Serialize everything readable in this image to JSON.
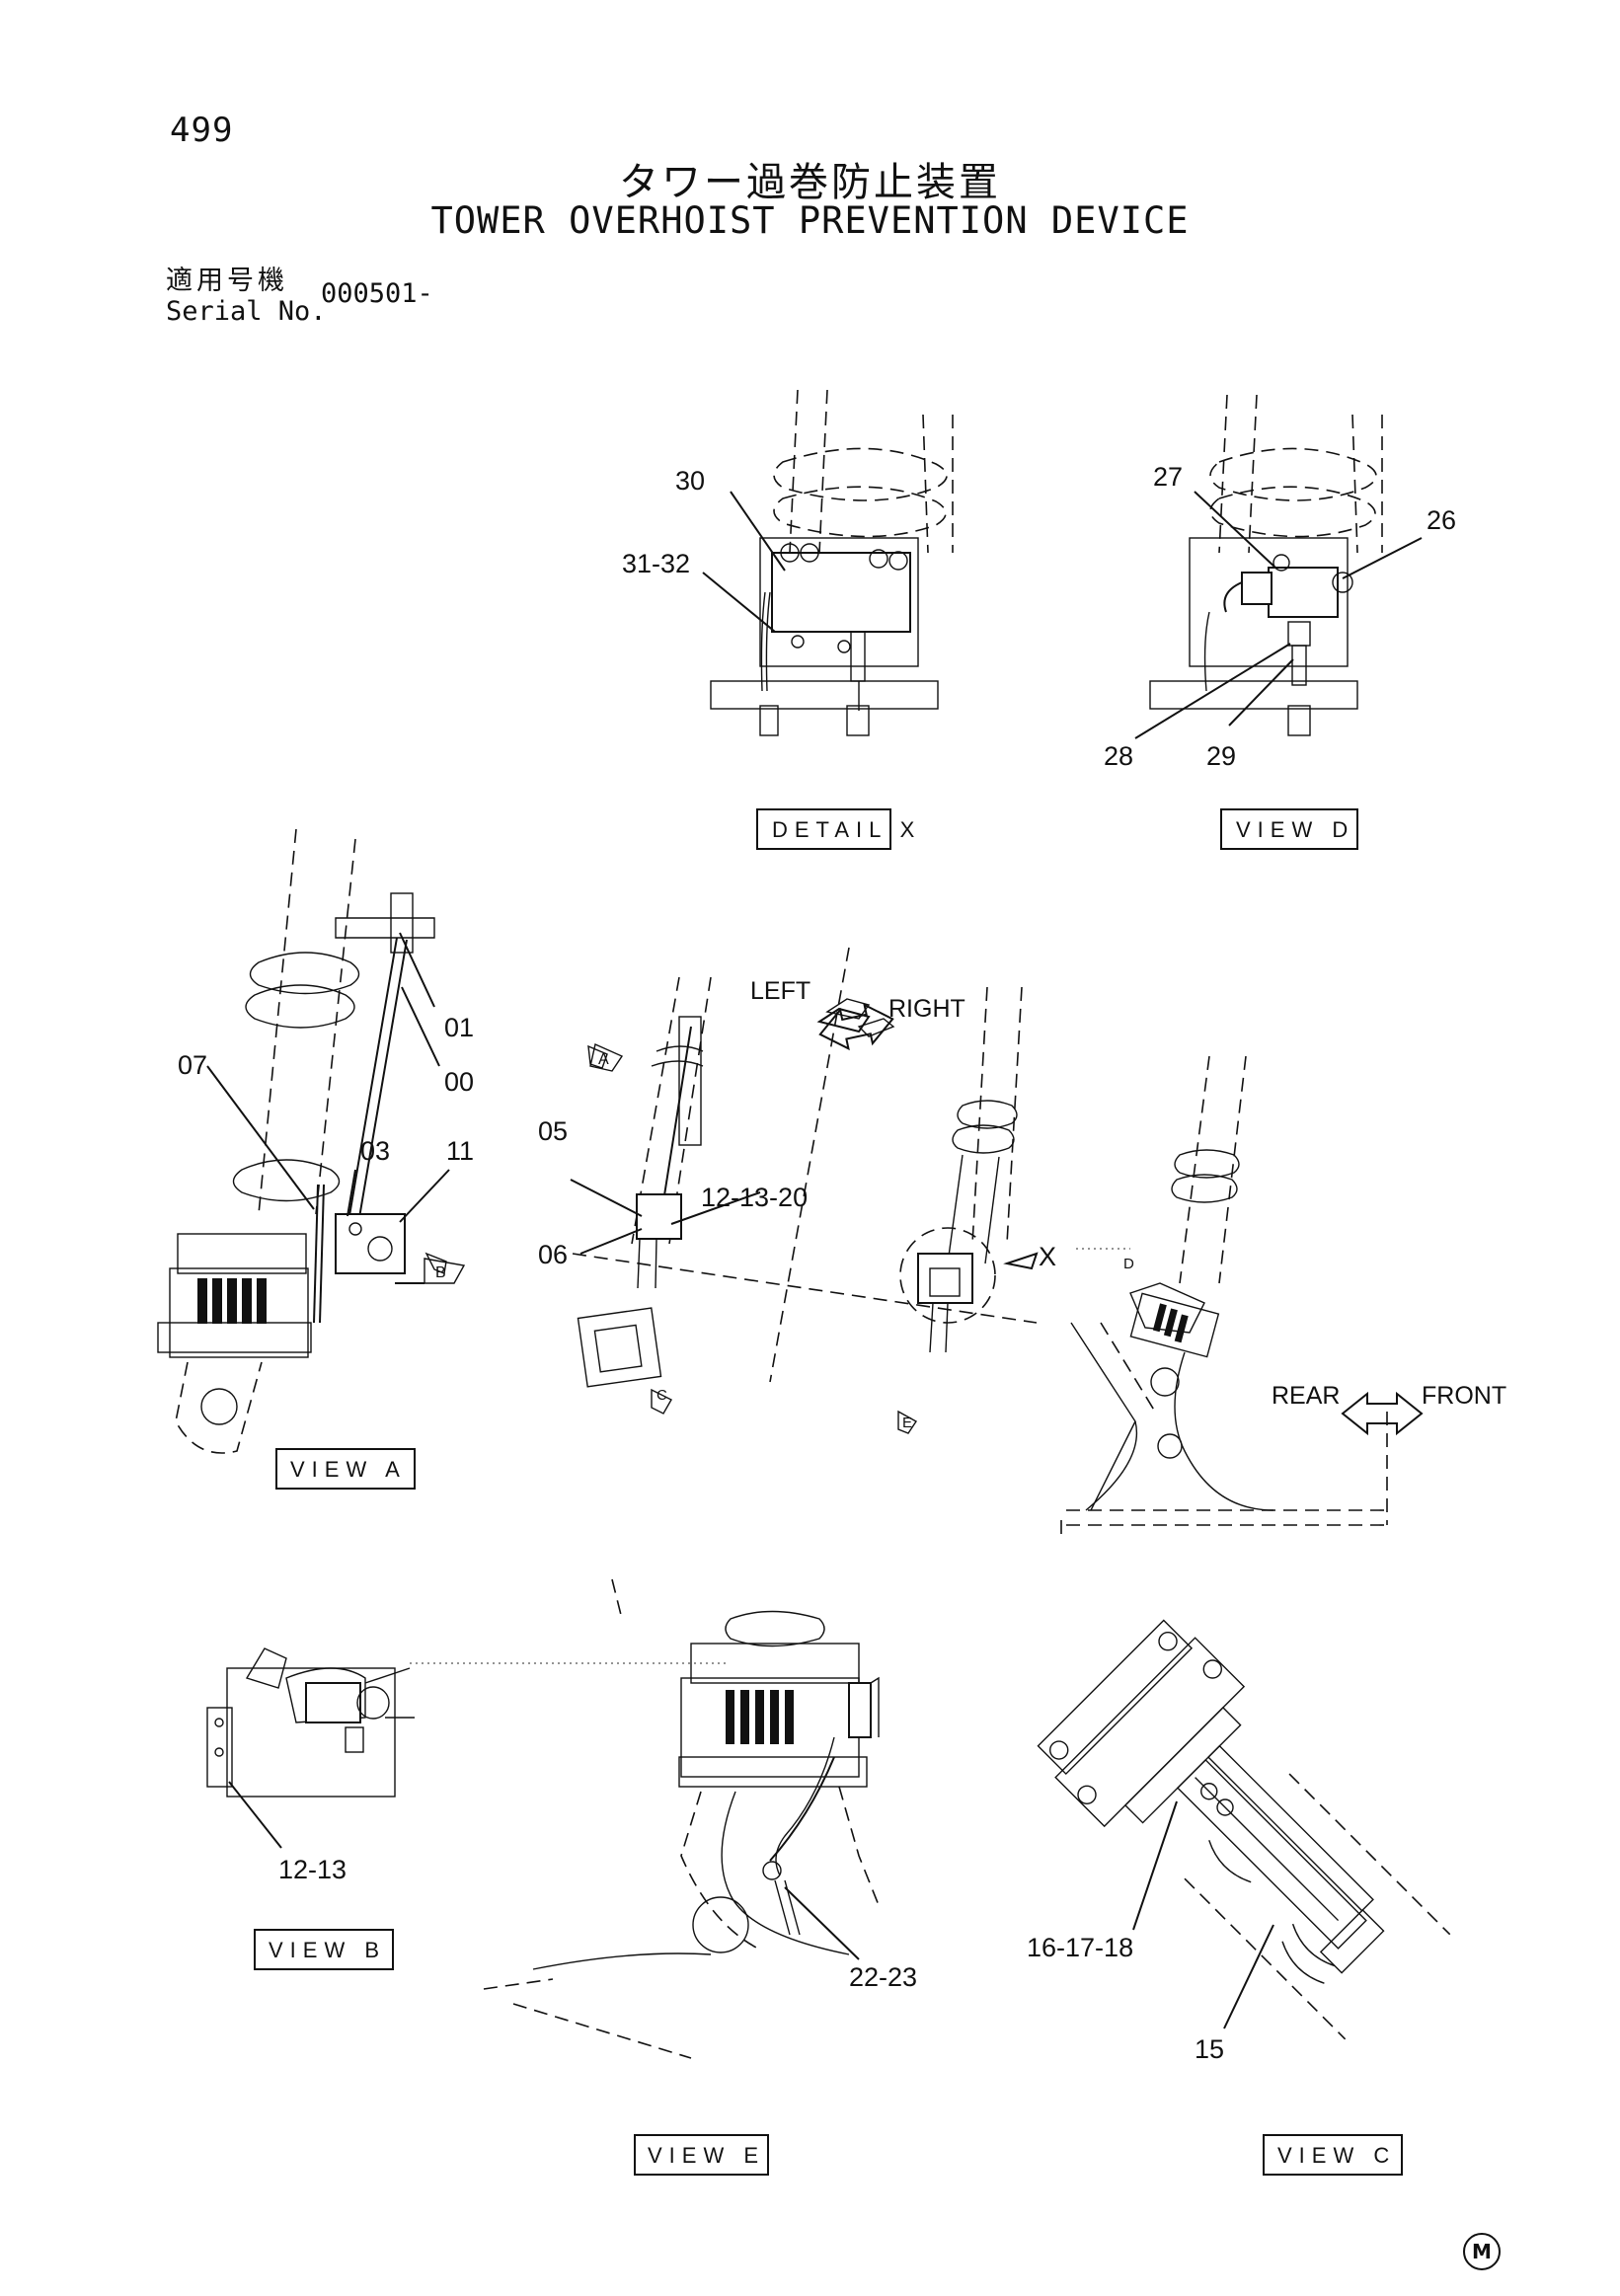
{
  "page_number": "499",
  "title_jp": "タワー過巻防止装置",
  "title_en": "TOWER OVERHOIST PREVENTION DEVICE",
  "serial": {
    "label_jp": "適用号機",
    "label_en": "Serial No.",
    "value": "000501-"
  },
  "views": {
    "detail_x": "DETAIL X",
    "view_d": "VIEW D",
    "view_a": "VIEW A",
    "view_b": "VIEW B",
    "view_e": "VIEW E",
    "view_c": "VIEW C"
  },
  "directions": {
    "left": "LEFT",
    "right": "RIGHT",
    "rear": "REAR",
    "front": "FRONT"
  },
  "view_markers": {
    "a": "A",
    "b": "B",
    "c": "C",
    "d": "D",
    "e": "E",
    "x": "X"
  },
  "part_labels": {
    "p30": "30",
    "p31_32": "31-32",
    "p27": "27",
    "p26": "26",
    "p28": "28",
    "p29": "29",
    "p01": "01",
    "p00": "00",
    "p07": "07",
    "p03": "03",
    "p11": "11",
    "p05": "05",
    "p06": "06",
    "p12_13_20": "12-13-20",
    "p12_13": "12-13",
    "p22_23": "22-23",
    "p16_17_18": "16-17-18",
    "p15": "15"
  },
  "corner_mark": "M"
}
